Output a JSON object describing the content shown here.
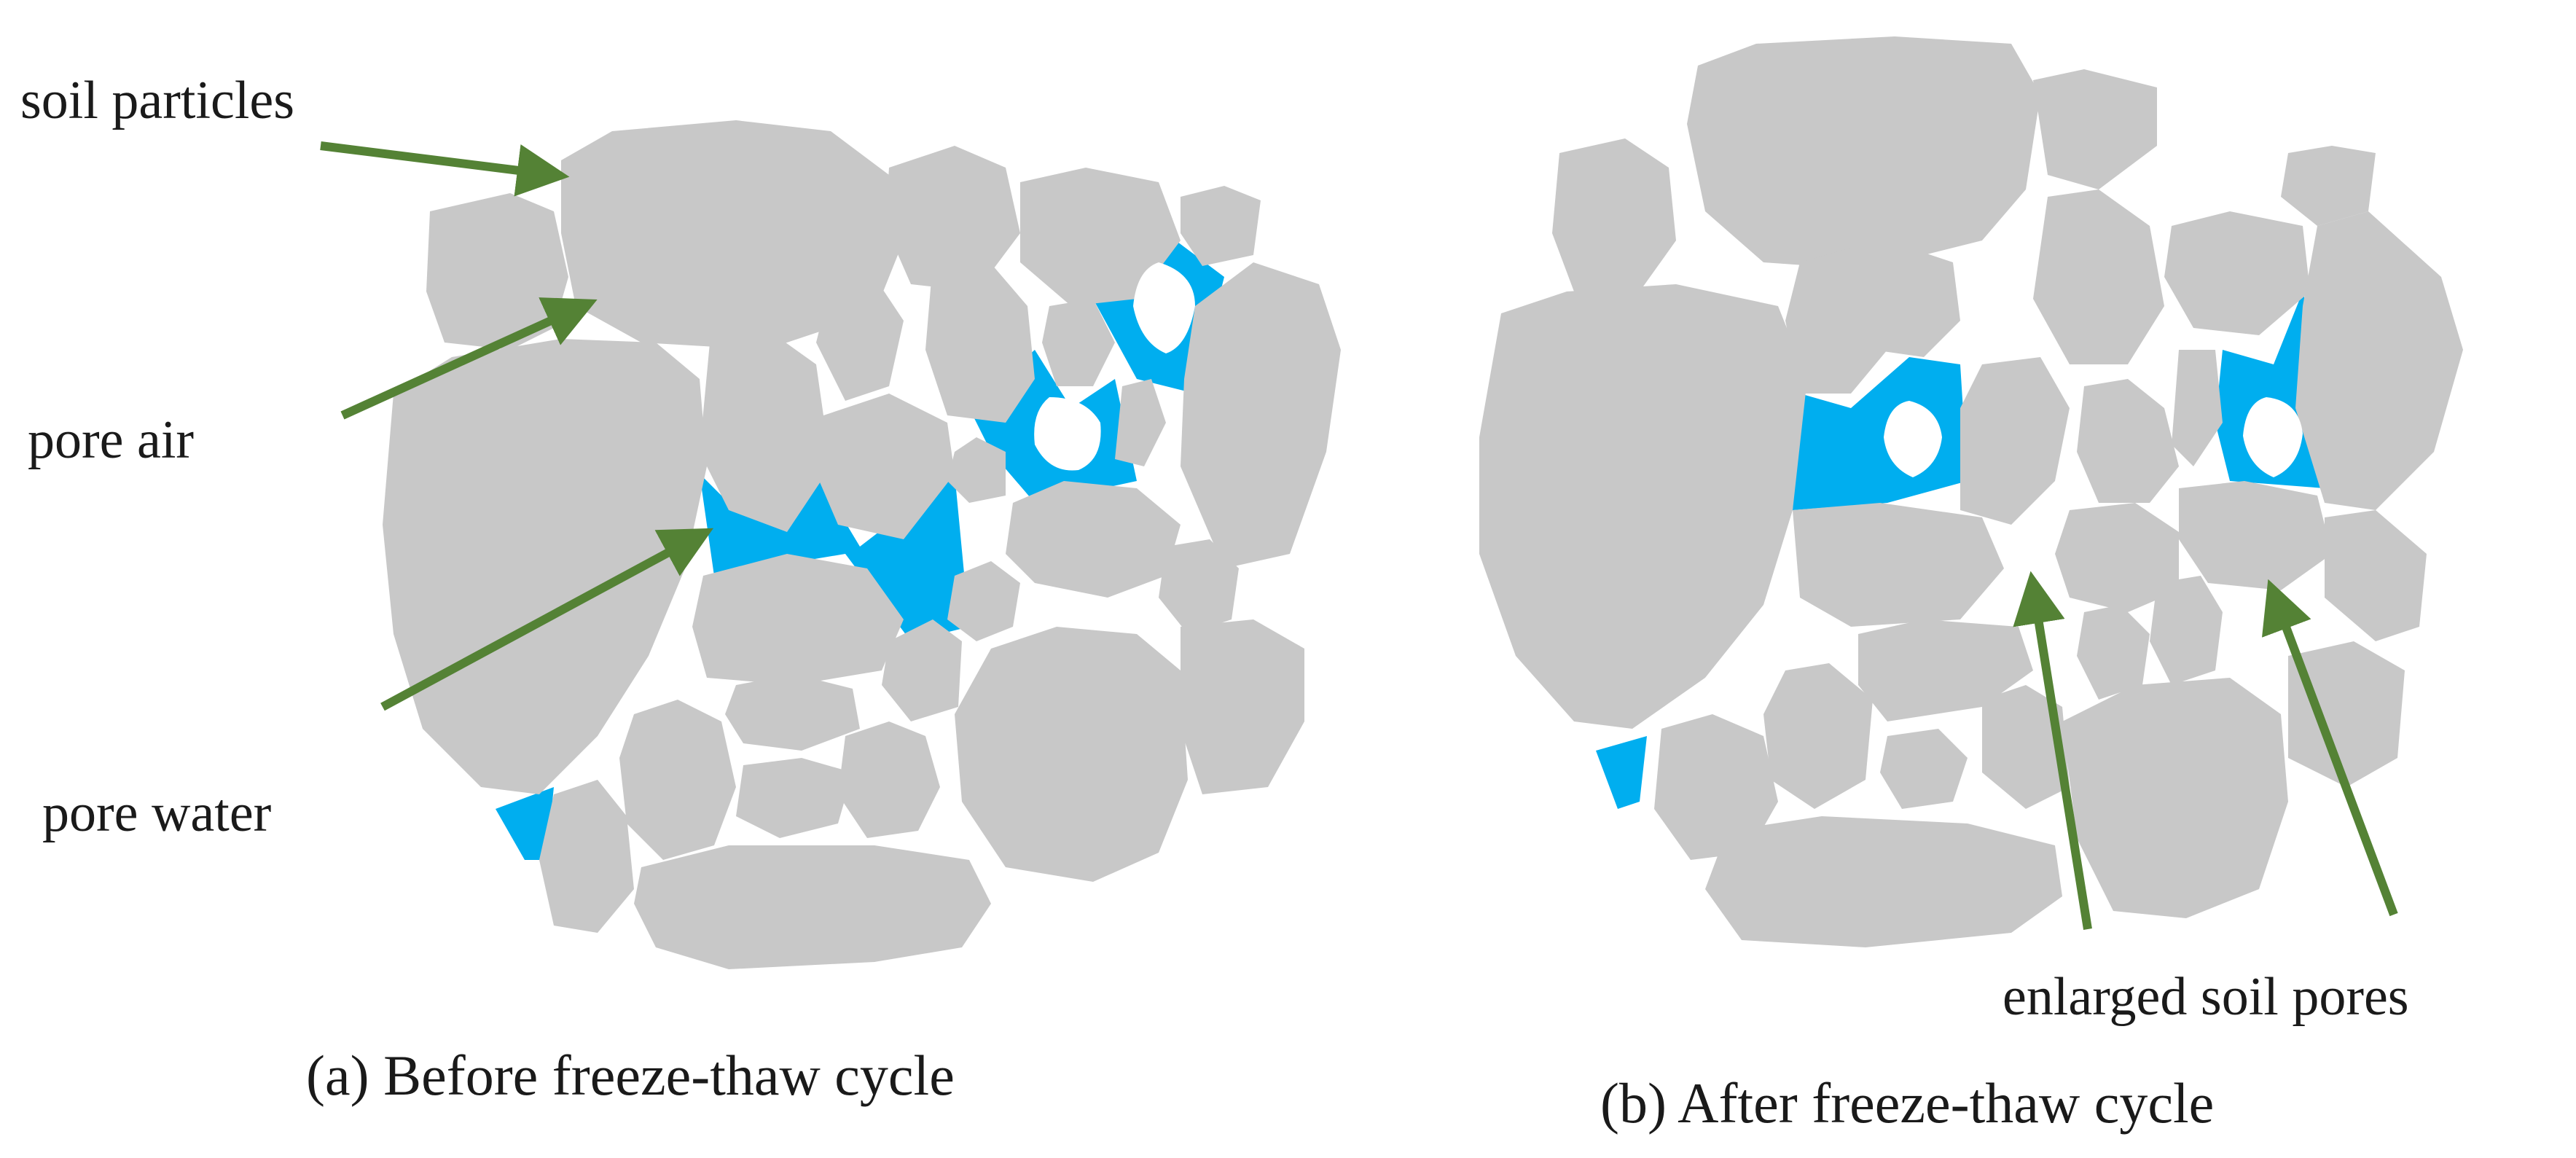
{
  "labels": {
    "soil_particles": "soil particles",
    "pore_air": "pore air",
    "pore_water": "pore water",
    "enlarged_soil_pores": "enlarged soil pores"
  },
  "captions": {
    "before": "(a) Before freeze-thaw cycle",
    "after": "(b) After freeze-thaw cycle"
  },
  "colors": {
    "soil_particle": "#c8c8c8",
    "pore_water": "#00aeef",
    "pore_air": "#ffffff",
    "arrow": "#548235"
  }
}
